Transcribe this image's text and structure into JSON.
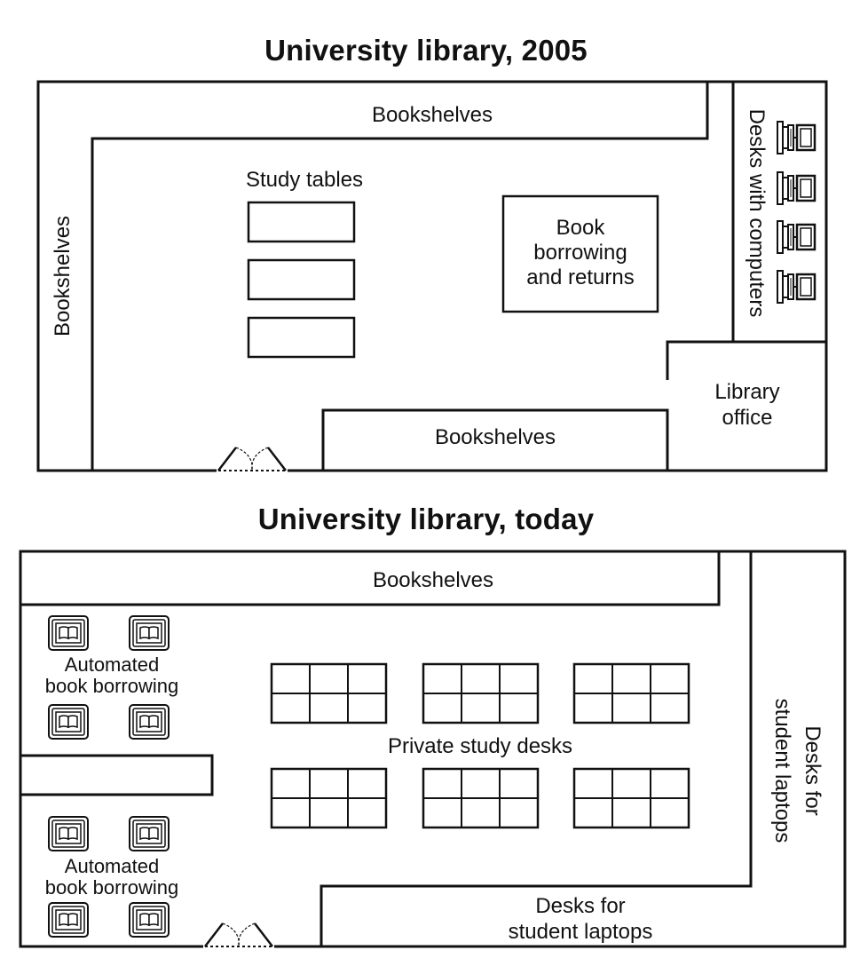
{
  "plan_2005": {
    "title": "University library, 2005",
    "labels": {
      "top_shelves": "Bookshelves",
      "left_shelves": "Bookshelves",
      "bottom_shelves": "Bookshelves",
      "study_tables": "Study tables",
      "borrowing_line1": "Book",
      "borrowing_line2": "borrowing",
      "borrowing_line3": "and returns",
      "computer_desks": "Desks with computers",
      "office_line1": "Library",
      "office_line2": "office"
    }
  },
  "plan_today": {
    "title": "University library, today",
    "labels": {
      "top_shelves": "Bookshelves",
      "auto_upper_line1": "Automated",
      "auto_upper_line2": "book borrowing",
      "auto_lower_line1": "Automated",
      "auto_lower_line2": "book borrowing",
      "private_desks": "Private study desks",
      "laptops_right_line1": "Desks for",
      "laptops_right_line2": "student laptops",
      "laptops_bottom_line1": "Desks for",
      "laptops_bottom_line2": "student laptops"
    }
  },
  "icons": {
    "computer": "desktop-computer-icon",
    "kiosk": "book-kiosk-icon",
    "door": "double-door-icon"
  },
  "colors": {
    "line": "#111111",
    "background": "#ffffff"
  }
}
